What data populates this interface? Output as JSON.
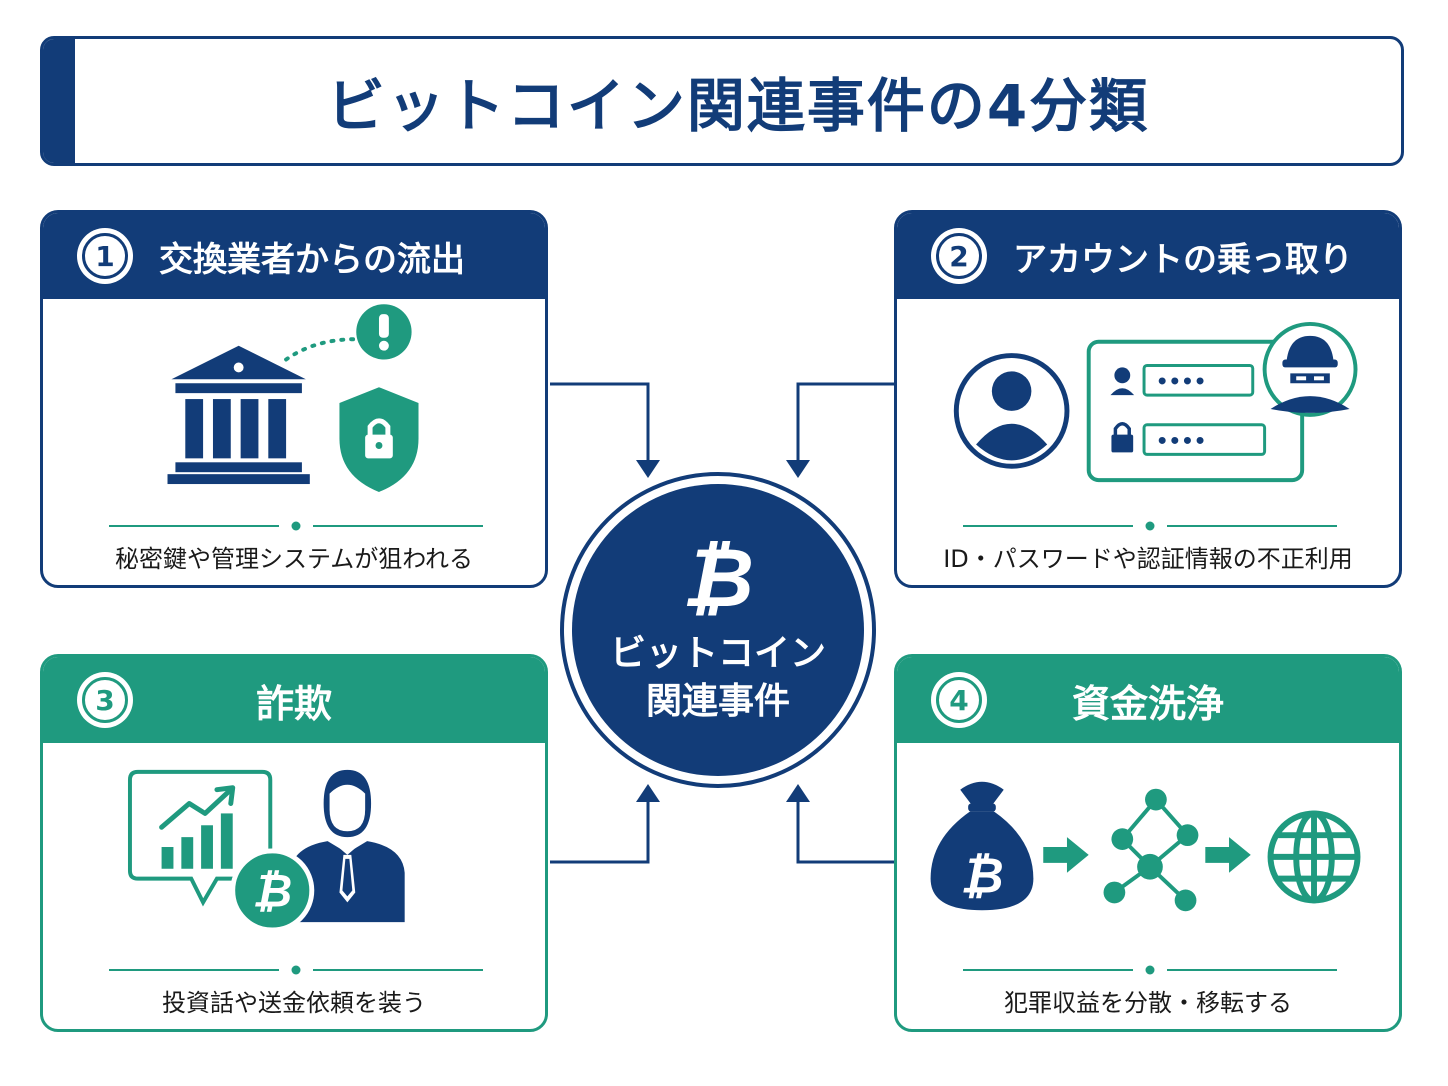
{
  "title": "ビットコイン関連事件の4分類",
  "center": {
    "symbol": "₿",
    "line1": "ビットコイン",
    "line2": "関連事件"
  },
  "cards": [
    {
      "number": "1",
      "title": "交換業者からの流出",
      "description": "秘密鍵や管理システムが狙われる",
      "theme": "#123c78"
    },
    {
      "number": "2",
      "title": "アカウントの乗っ取り",
      "description": "ID・パスワードや認証情報の不正利用",
      "theme": "#123c78"
    },
    {
      "number": "3",
      "title": "詐欺",
      "description": "投資話や送金依頼を装う",
      "theme": "#1f9a7f"
    },
    {
      "number": "4",
      "title": "資金洗浄",
      "description": "犯罪収益を分散・移転する",
      "theme": "#1f9a7f"
    }
  ],
  "icons": {
    "card1": [
      "bank-icon",
      "shield-lock-icon",
      "alert-icon"
    ],
    "card2": [
      "user-avatar-icon",
      "login-form-icon",
      "hacker-icon"
    ],
    "card3": [
      "chart-bubble-icon",
      "bitcoin-coin-icon",
      "businessman-icon"
    ],
    "card4": [
      "money-bag-icon",
      "network-icon",
      "globe-icon"
    ]
  },
  "credentials": {
    "password_mask": "••••"
  },
  "colors": {
    "navy": "#123c78",
    "green": "#1f9a7f"
  }
}
